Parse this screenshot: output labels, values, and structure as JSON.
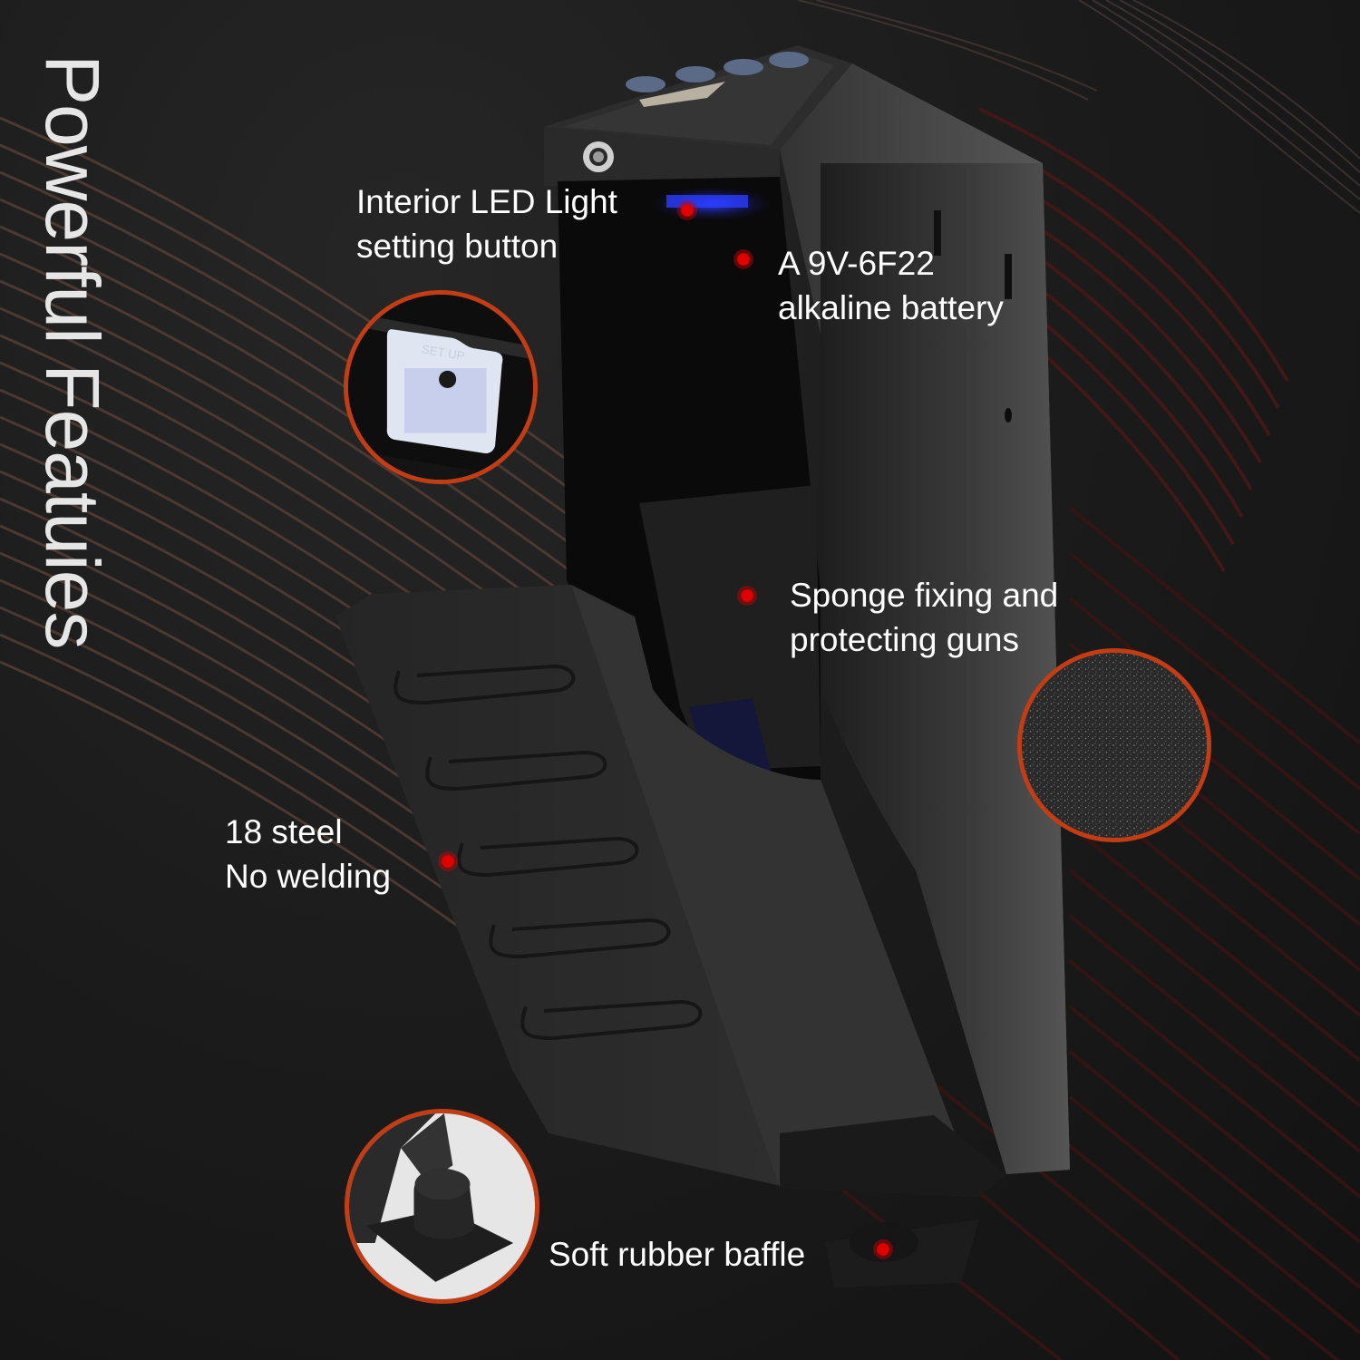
{
  "title": "Powerful Featuies",
  "colors": {
    "background": "#1b1b1b",
    "accent_ring": "#c23d14",
    "hotspot": "#e00000",
    "text": "#ffffff",
    "wave_brown": "#5a4238",
    "wave_red": "#4a1818"
  },
  "features": [
    {
      "id": "led",
      "lines": [
        "Interior LED Light",
        "setting button"
      ]
    },
    {
      "id": "battery",
      "lines": [
        "A 9V-6F22",
        "alkaline battery"
      ]
    },
    {
      "id": "sponge",
      "lines": [
        "Sponge fixing and",
        "protecting guns"
      ]
    },
    {
      "id": "steel",
      "lines": [
        "18 steel",
        "No welding"
      ]
    },
    {
      "id": "baffle",
      "lines": [
        "Soft rubber baffle"
      ]
    }
  ],
  "insets": {
    "setup_button": {
      "label": "SET UP"
    }
  }
}
